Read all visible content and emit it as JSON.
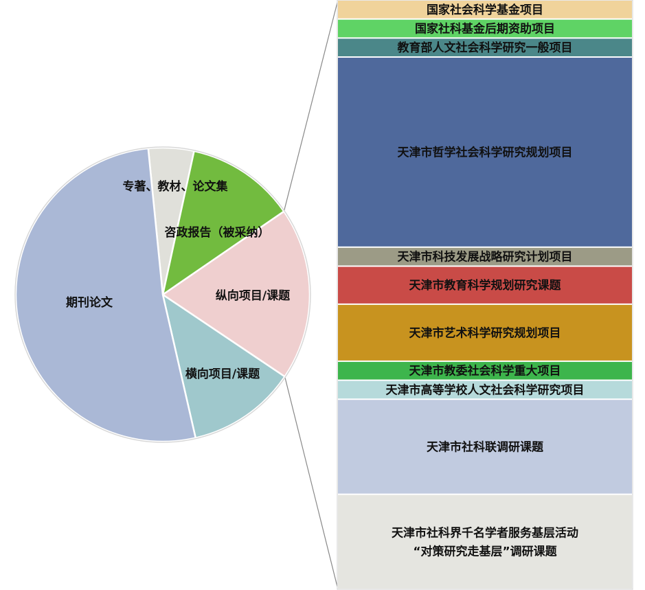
{
  "chart_data": {
    "type": "pie-of-bar",
    "title": "",
    "pie": {
      "unit": "percent (estimated)",
      "slices": [
        {
          "label": "专著、教材、论文集",
          "value": 5,
          "color": "#e0e0da"
        },
        {
          "label": "咨政报告（被采纳）",
          "value": 12,
          "color": "#72bb3f"
        },
        {
          "label": "纵向项目/课题",
          "value": 19,
          "color": "#efcfcf"
        },
        {
          "label": "横向项目/课题",
          "value": 12,
          "color": "#9fc8cc"
        },
        {
          "label": "期刊论文",
          "value": 52,
          "color": "#aab8d6"
        }
      ]
    },
    "bar": {
      "breakdown_of": "纵向项目/课题",
      "unit": "relative share (estimated)",
      "segments": [
        {
          "label": "国家社会科学基金项目",
          "value": 1,
          "color": "#f0d39b"
        },
        {
          "label": "国家社科基金后期资助项目",
          "value": 1,
          "color": "#5fd365"
        },
        {
          "label": "教育部人文社会科学研究一般项目",
          "value": 1,
          "color": "#4b8789"
        },
        {
          "label": "天津市哲学社会科学研究规划项目",
          "value": 10,
          "color": "#4f699c"
        },
        {
          "label": "天津市科技发展战略研究计划项目",
          "value": 1,
          "color": "#9c9b86"
        },
        {
          "label": "天津市教育科学规划研究课题",
          "value": 2,
          "color": "#c94b47"
        },
        {
          "label": "天津市艺术科学研究规划项目",
          "value": 3,
          "color": "#c8931f"
        },
        {
          "label": "天津市教委社会科学重大项目",
          "value": 1,
          "color": "#3db54c"
        },
        {
          "label": "天津市高等学校人文社会科学研究项目",
          "value": 1,
          "color": "#b6dadb"
        },
        {
          "label": "天津市社科联调研课题",
          "value": 5,
          "color": "#c1cbe0"
        },
        {
          "label": "天津市社科界千名学者服务基层活动|“对策研究走基层”调研课题",
          "value": 5,
          "color": "#e5e5e0"
        }
      ]
    }
  }
}
